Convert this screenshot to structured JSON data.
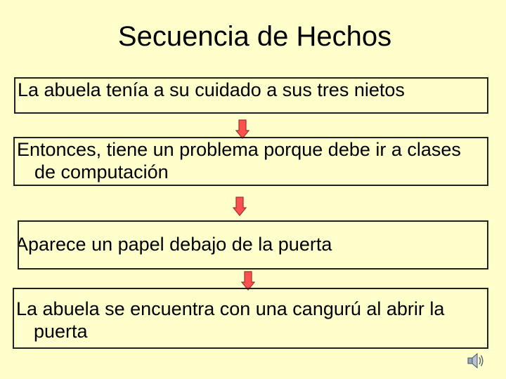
{
  "title": "Secuencia de Hechos",
  "steps": [
    {
      "text": "La abuela tenía a su cuidado a sus tres nietos"
    },
    {
      "text": "Entonces, tiene un problema porque debe ir a clases de computación"
    },
    {
      "text": "Aparece un papel debajo de la puerta"
    },
    {
      "text": "La abuela se encuentra con una cangurú al abrir la puerta"
    }
  ],
  "colors": {
    "background": "#ffffcc",
    "arrow_fill": "#ff5050",
    "arrow_stroke": "#993333",
    "box_border": "#222222"
  },
  "icons": {
    "speaker": "speaker-icon"
  }
}
